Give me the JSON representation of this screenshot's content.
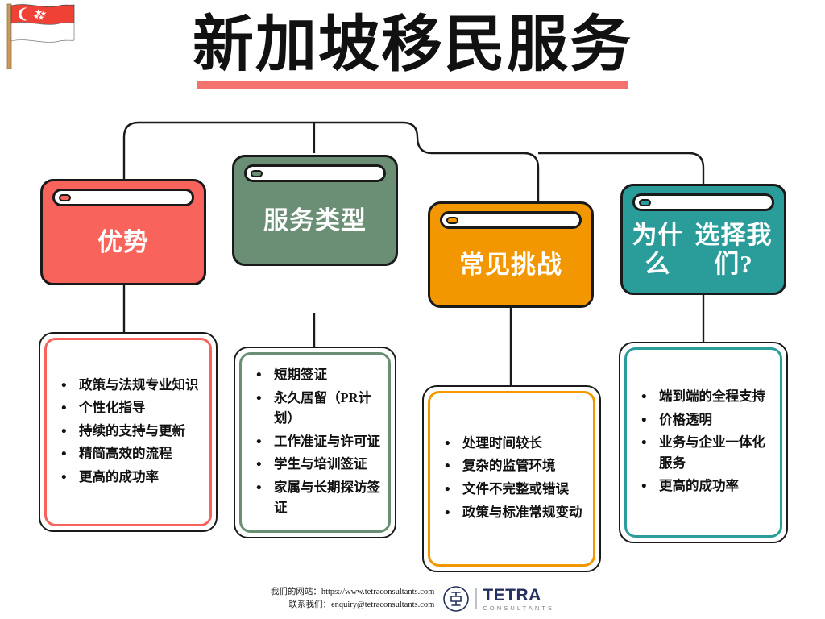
{
  "header": {
    "title": "新加坡移民服务",
    "underline_color": "#F4726E",
    "flag_icon": "singapore-flag-icon"
  },
  "columns": [
    {
      "id": "advantages",
      "card_label": "优势",
      "color": "#F8635C",
      "items": [
        "政策与法规专业知识",
        "个性化指导",
        "持续的支持与更新",
        "精简高效的流程",
        "更高的成功率"
      ]
    },
    {
      "id": "service-types",
      "card_label": "服务类型",
      "color": "#6B8F74",
      "items": [
        "短期签证",
        "永久居留（PR计划）",
        "工作准证与许可证",
        "学生与培训签证",
        "家属与长期探访签证"
      ]
    },
    {
      "id": "common-challenges",
      "card_label": "常见挑战",
      "color": "#F29700",
      "items": [
        "处理时间较长",
        "复杂的监管环境",
        "文件不完整或错误",
        "政策与标准常规变动"
      ]
    },
    {
      "id": "why-choose-us",
      "card_label": "为什么\n选择我们?",
      "color": "#2A9D9B",
      "items": [
        "端到端的全程支持",
        "价格透明",
        "业务与企业一体化服务",
        "更高的成功率"
      ]
    }
  ],
  "footer": {
    "website_line": "我们的网站：https://www.tetraconsultants.com",
    "contact_line": "联系我们：enquiry@tetraconsultants.com",
    "logo_name": "TETRA",
    "logo_sub": "CONSULTANTS",
    "logo_icon": "tetra-circle-cross-logo-icon",
    "logo_color": "#24305E"
  }
}
